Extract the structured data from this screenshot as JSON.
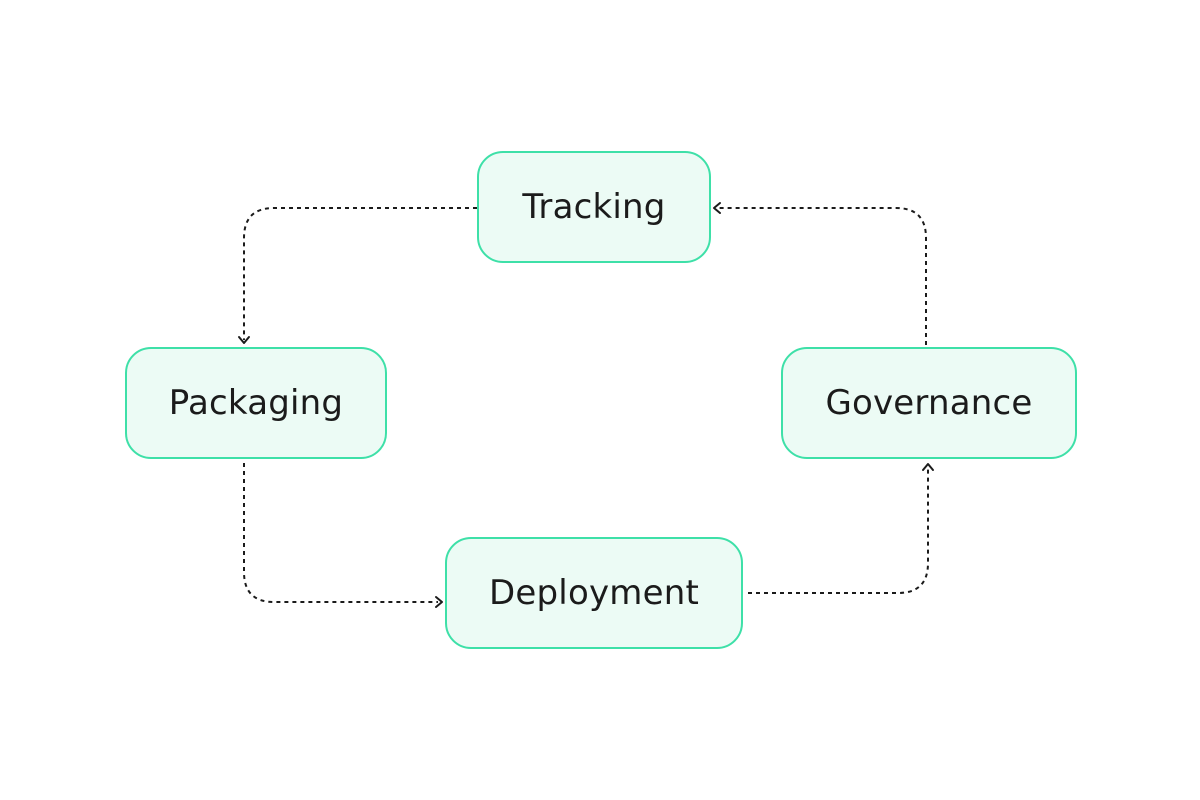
{
  "diagram": {
    "nodes": [
      {
        "id": "tracking",
        "label": "Tracking"
      },
      {
        "id": "packaging",
        "label": "Packaging"
      },
      {
        "id": "deployment",
        "label": "Deployment"
      },
      {
        "id": "governance",
        "label": "Governance"
      }
    ],
    "edges": [
      {
        "from": "tracking",
        "to": "packaging",
        "style": "dotted"
      },
      {
        "from": "packaging",
        "to": "deployment",
        "style": "dotted"
      },
      {
        "from": "deployment",
        "to": "governance",
        "style": "dotted"
      },
      {
        "from": "governance",
        "to": "tracking",
        "style": "dotted"
      }
    ],
    "colors": {
      "node_border": "#3ee0a8",
      "node_fill": "#ecfbf5",
      "text": "#1b1b1b",
      "edge": "#1b1b1b"
    }
  }
}
